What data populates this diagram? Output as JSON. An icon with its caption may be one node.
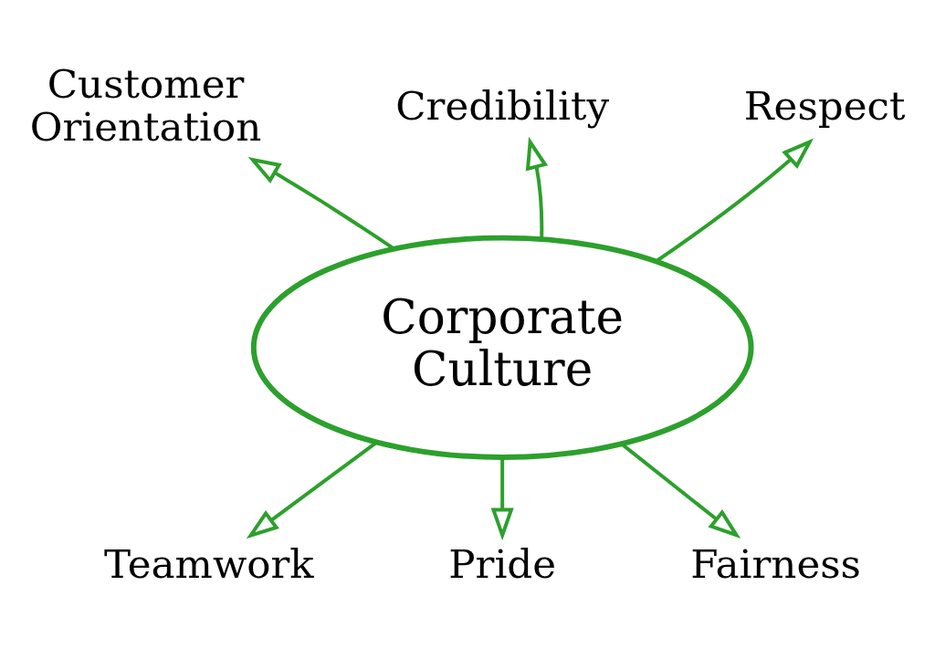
{
  "diagram": {
    "nodes": [
      {
        "text": [
          "Corporate Culture"
        ]
      },
      {
        "text": [
          "Customer Orientation"
        ]
      },
      {
        "text": [
          "Credibility"
        ]
      },
      {
        "text": [
          "Respect"
        ]
      },
      {
        "text": [
          "Teamwork"
        ]
      },
      {
        "text": [
          "Pride"
        ]
      },
      {
        "text": [
          "Fairness"
        ]
      }
    ],
    "edges": [
      {
        "from": 0,
        "to": 1,
        "arrow": "to"
      },
      {
        "from": 0,
        "to": 2,
        "arrow": "to"
      },
      {
        "from": 0,
        "to": 3,
        "arrow": "to"
      },
      {
        "from": 0,
        "to": 4,
        "arrow": "to"
      },
      {
        "from": 0,
        "to": 5,
        "arrow": "to"
      },
      {
        "from": 0,
        "to": 6,
        "arrow": "to"
      }
    ]
  }
}
